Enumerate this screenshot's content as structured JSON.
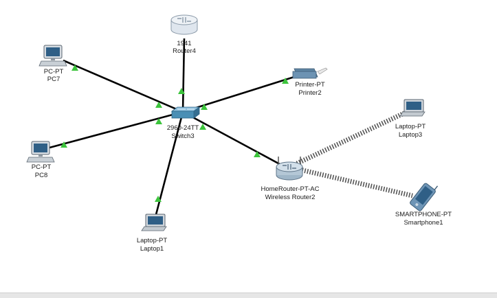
{
  "devices": {
    "router4": {
      "model": "1941",
      "name": "Router4"
    },
    "pc7": {
      "model": "PC-PT",
      "name": "PC7"
    },
    "printer2": {
      "model": "Printer-PT",
      "name": "Printer2"
    },
    "switch3": {
      "model": "2960-24TT",
      "name": "Switch3"
    },
    "laptop3": {
      "model": "Laptop-PT",
      "name": "Laptop3"
    },
    "pc8": {
      "model": "PC-PT",
      "name": "PC8"
    },
    "wrouter2": {
      "model": "HomeRouter-PT-AC",
      "name": "Wireless Router2"
    },
    "smartphone1": {
      "model": "SMARTPHONE-PT",
      "name": "Smartphone1"
    },
    "laptop1": {
      "model": "Laptop-PT",
      "name": "Laptop1"
    }
  },
  "colors": {
    "link": "#000000",
    "wireless_link": "#555555",
    "link_status_up": "#3cc43c",
    "switch": "#4a8fb5",
    "router": "#c9d7e3"
  },
  "links": [
    {
      "from": "switch3",
      "to": "router4",
      "type": "copper",
      "status": "up"
    },
    {
      "from": "switch3",
      "to": "pc7",
      "type": "copper",
      "status": "up"
    },
    {
      "from": "switch3",
      "to": "printer2",
      "type": "copper",
      "status": "up"
    },
    {
      "from": "switch3",
      "to": "pc8",
      "type": "copper",
      "status": "up"
    },
    {
      "from": "switch3",
      "to": "laptop1",
      "type": "copper",
      "status": "up"
    },
    {
      "from": "switch3",
      "to": "wrouter2",
      "type": "copper",
      "status": "up"
    },
    {
      "from": "wrouter2",
      "to": "laptop3",
      "type": "wireless",
      "status": "up"
    },
    {
      "from": "wrouter2",
      "to": "smartphone1",
      "type": "wireless",
      "status": "up"
    }
  ]
}
